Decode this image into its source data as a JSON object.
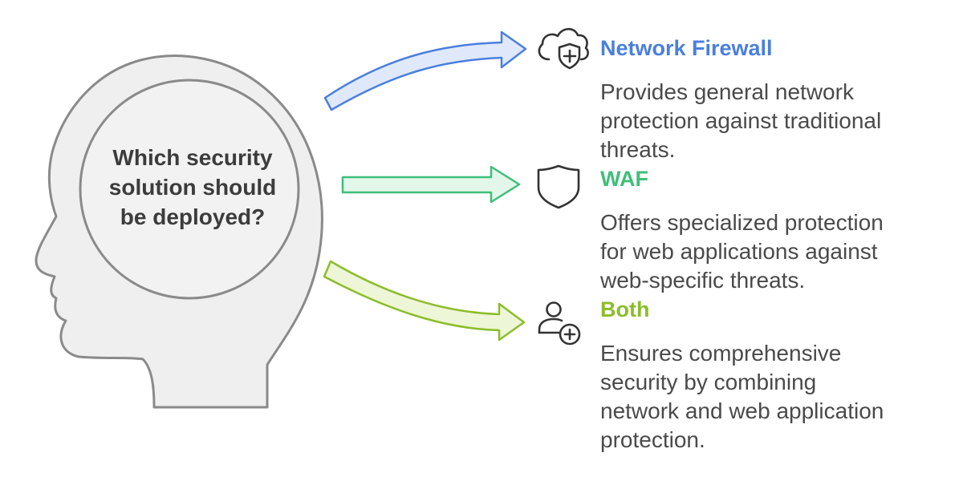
{
  "question": {
    "lines": [
      "Which security",
      "solution should",
      "be deployed?"
    ]
  },
  "options": [
    {
      "title": "Network Firewall",
      "color": "#4a7fde",
      "icon": "cloud-shield-icon",
      "desc_lines": [
        "Provides general network",
        "protection against traditional",
        "threats."
      ]
    },
    {
      "title": "WAF",
      "color": "#3fbe7a",
      "icon": "shield-icon",
      "desc_lines": [
        "Offers specialized protection",
        "for web applications against",
        "web-specific threats."
      ]
    },
    {
      "title": "Both",
      "color": "#8cbd2a",
      "icon": "user-shield-icon",
      "desc_lines": [
        "Ensures comprehensive",
        "security by combining",
        "network and web application",
        "protection."
      ]
    }
  ],
  "colors": {
    "head_outline": "#8a8a8a",
    "head_fill": "#efefef",
    "blue_arrow_fill": "#dfe9fb",
    "green_arrow_fill": "#e2f7ea",
    "lime_arrow_fill": "#eef6d8",
    "text": "#4a4a4a"
  }
}
